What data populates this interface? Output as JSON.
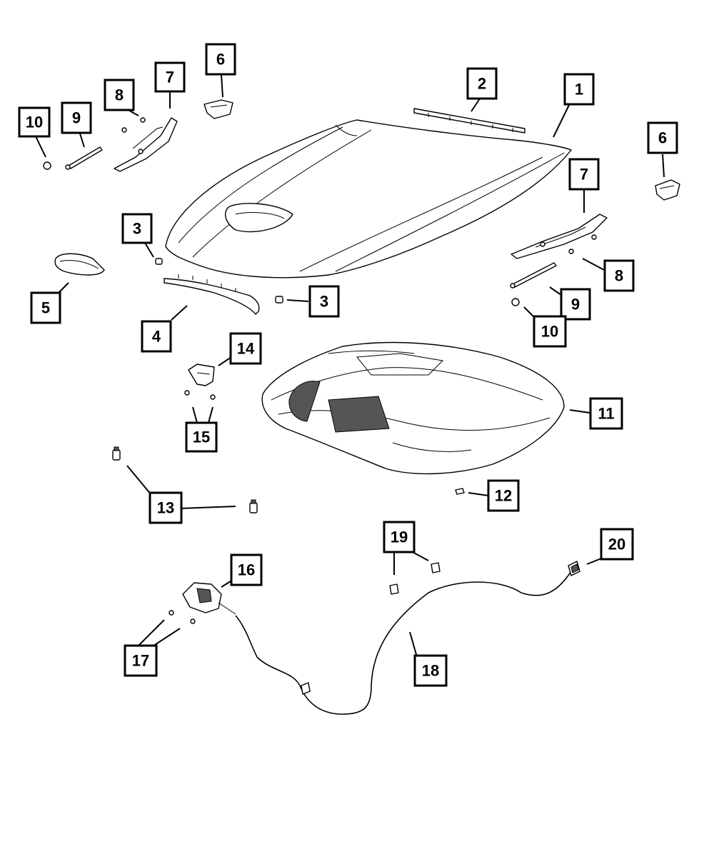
{
  "callouts": {
    "c1": "1",
    "c2": "2",
    "c3a": "3",
    "c3b": "3",
    "c4": "4",
    "c5": "5",
    "c6a": "6",
    "c6b": "6",
    "c7a": "7",
    "c7b": "7",
    "c8a": "8",
    "c8b": "8",
    "c9a": "9",
    "c9b": "9",
    "c10a": "10",
    "c10b": "10",
    "c11": "11",
    "c12": "12",
    "c13": "13",
    "c14": "14",
    "c15": "15",
    "c16": "16",
    "c17": "17",
    "c18": "18",
    "c19": "19",
    "c20": "20"
  },
  "colors": {
    "line": "#000000",
    "background": "#ffffff",
    "shade": "#555555"
  }
}
